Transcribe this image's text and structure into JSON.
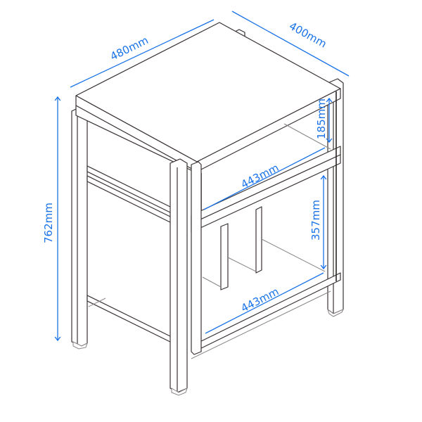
{
  "diagram": {
    "subject": "side table / cabinet with open shelves",
    "colors": {
      "dimension": "#1a73e8",
      "outline": "#3a3333",
      "background": "#ffffff"
    },
    "dimensions": {
      "width": "480mm",
      "depth": "400mm",
      "height": "762mm",
      "upper_opening_height": "185mm",
      "upper_shelf_width": "443mm",
      "lower_opening_height": "357mm",
      "lower_shelf_width": "443mm"
    }
  }
}
